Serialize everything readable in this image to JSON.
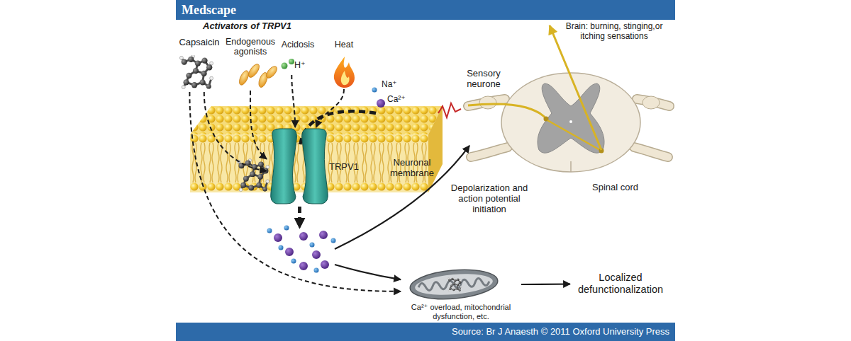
{
  "diagram": {
    "caption": "Source: Br J Anaesth © 2011 Oxford University Press",
    "nodes": [
      {
        "text": [
          "Capsaicin"
        ]
      },
      {
        "text": [
          "Endogenous agonists"
        ]
      },
      {
        "text": [
          "Acidosis",
          "H⁺"
        ]
      },
      {
        "text": [
          "Heat"
        ]
      },
      {
        "text": [
          "TRPV1"
        ]
      },
      {
        "text": [
          "Spinal cord"
        ]
      },
      {
        "text": [
          "Ca²⁺ overload, mitochondrial dysfunction, etc."
        ]
      },
      {
        "text": [
          "Localized defunctionalization"
        ]
      }
    ],
    "edges": [
      {
        "from": 0,
        "to": 4,
        "arrow": "to"
      },
      {
        "from": 1,
        "to": 4,
        "arrow": "to"
      },
      {
        "from": 2,
        "to": 4,
        "arrow": "to"
      },
      {
        "from": 3,
        "to": 4,
        "arrow": "to"
      },
      {
        "from": 0,
        "to": 6,
        "arrow": "to"
      },
      {
        "from": 4,
        "to": 5,
        "label": "Depolarization and action potential initiation",
        "arrow": "to"
      },
      {
        "from": 4,
        "to": 6,
        "arrow": "to"
      },
      {
        "from": 6,
        "to": 7,
        "arrow": "to"
      }
    ],
    "labels": [
      "Medscape",
      "Activators of TRPV1",
      "Na⁺",
      "Ca²⁺",
      "Neuronal membrane",
      "Sensory neurone",
      "Brain: burning, stinging,or itching sensations"
    ]
  }
}
